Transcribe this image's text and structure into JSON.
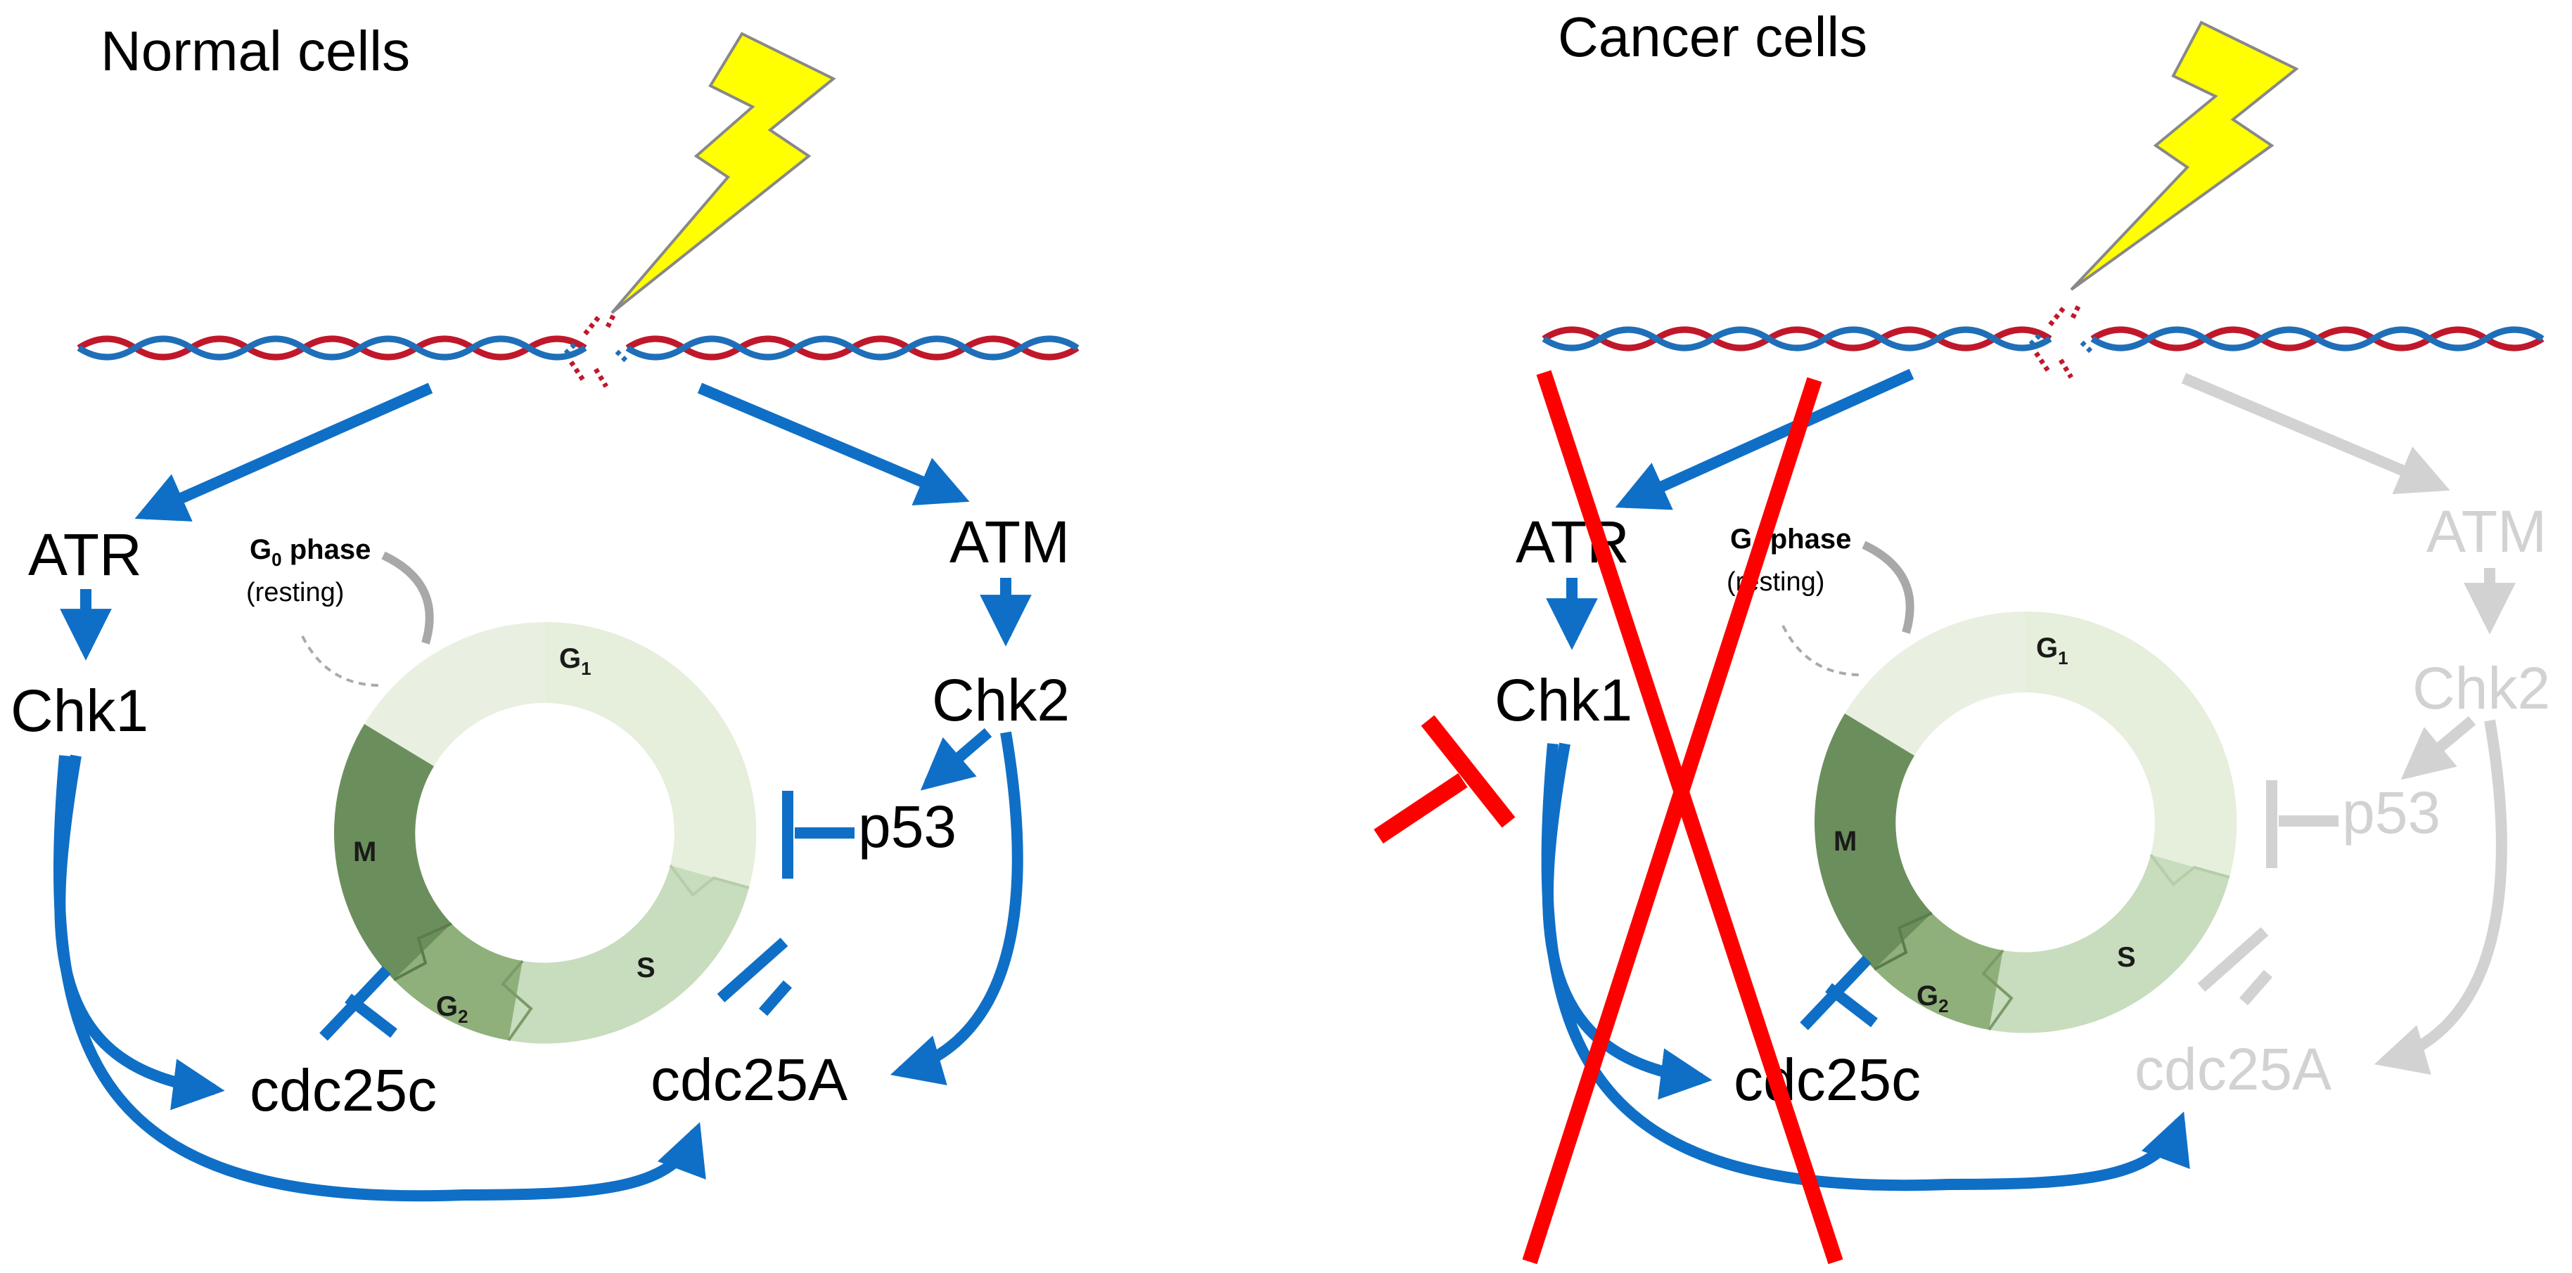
{
  "panels": {
    "normal": {
      "title": "Normal cells",
      "atr": "ATR",
      "atm": "ATM",
      "chk1": "Chk1",
      "chk2": "Chk2",
      "p53": "p53",
      "cdc25c": "cdc25c",
      "cdc25a": "cdc25A"
    },
    "cancer": {
      "title": "Cancer cells",
      "atr": "ATR",
      "atm": "ATM",
      "chk1": "Chk1",
      "chk2": "Chk2",
      "p53": "p53",
      "cdc25c": "cdc25c",
      "cdc25a": "cdc25A"
    }
  },
  "cell_cycle": {
    "g0_label": "G",
    "g0_sub": "0",
    "g0_phase": " phase",
    "g0_note": "(resting)",
    "g1_label": "G",
    "g1_sub": "1",
    "s_label": "S",
    "g2_label": "G",
    "g2_sub": "2",
    "m_label": "M"
  },
  "colors": {
    "pathway_blue": "#0f6fc6",
    "inactive_grey": "#d2d2d2",
    "cross_red": "#ff0000",
    "lightning_yellow": "#ffff00",
    "dna_red": "#c0182a",
    "dna_blue": "#1f6fb8",
    "g1_green": "#e6eedc",
    "s_green": "#c8dcbe",
    "g2_green": "#8fb07a",
    "m_green": "#6b8f5c"
  },
  "icons": [
    "lightning-bolt-icon",
    "dna-double-helix-icon",
    "cell-cycle-wheel-icon",
    "inhibition-bar-icon",
    "cross-mark-icon"
  ]
}
